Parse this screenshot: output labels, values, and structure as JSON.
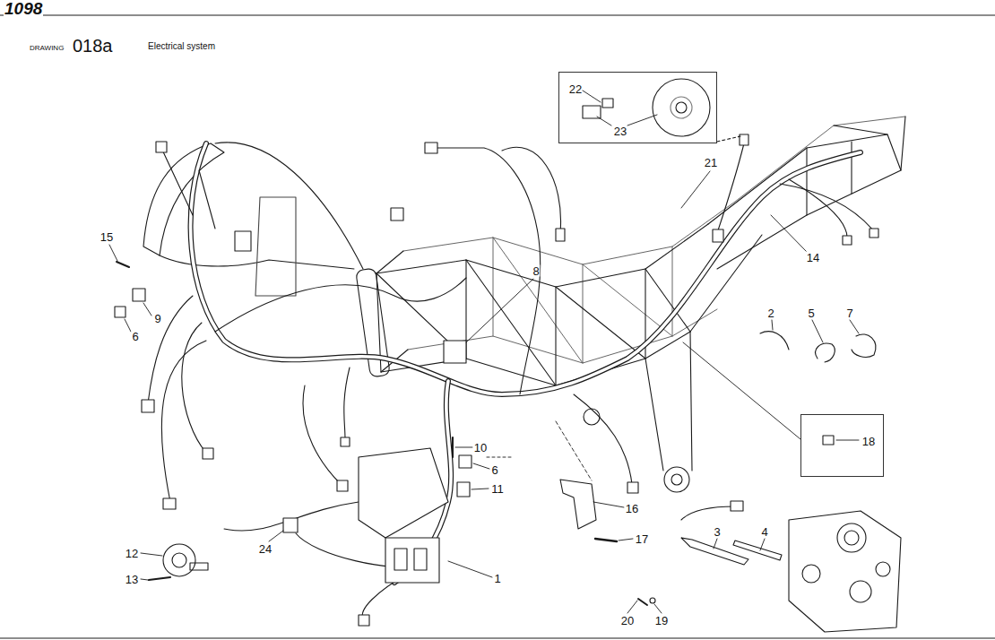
{
  "diagram": {
    "title": "Electrical system",
    "nodes": [
      {
        "text": [
          "22",
          "23"
        ]
      },
      {
        "text": [
          "18"
        ]
      }
    ],
    "labels": [
      "1098",
      "DRAWING",
      "018a",
      "21",
      "15",
      "9",
      "6",
      "8",
      "14",
      "2",
      "5",
      "7",
      "10",
      "6",
      "11",
      "16",
      "17",
      "12",
      "13",
      "24",
      "1",
      "3",
      "4",
      "20",
      "19"
    ]
  }
}
